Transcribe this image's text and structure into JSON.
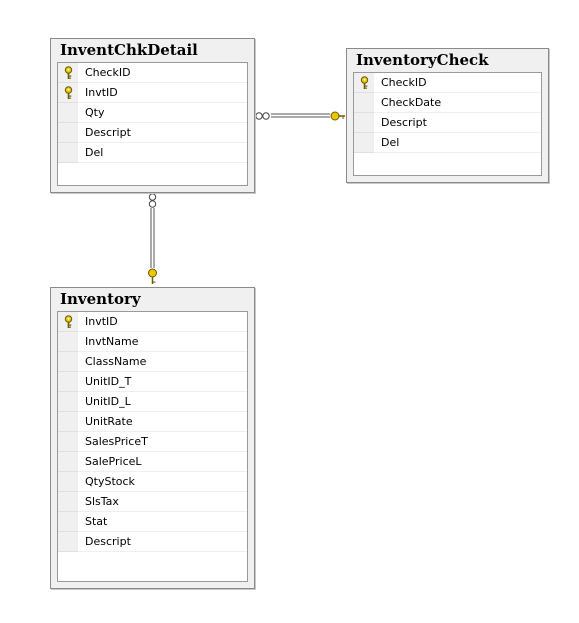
{
  "tables": {
    "inventchkdetail": {
      "title": "InventChkDetail",
      "columns": [
        {
          "name": "CheckID",
          "key": true
        },
        {
          "name": "InvtID",
          "key": true
        },
        {
          "name": "Qty",
          "key": false
        },
        {
          "name": "Descript",
          "key": false
        },
        {
          "name": "Del",
          "key": false
        }
      ]
    },
    "inventorycheck": {
      "title": "InventoryCheck",
      "columns": [
        {
          "name": "CheckID",
          "key": true
        },
        {
          "name": "CheckDate",
          "key": false
        },
        {
          "name": "Descript",
          "key": false
        },
        {
          "name": "Del",
          "key": false
        }
      ]
    },
    "inventory": {
      "title": "Inventory",
      "columns": [
        {
          "name": "InvtID",
          "key": true
        },
        {
          "name": "InvtName",
          "key": false
        },
        {
          "name": "ClassName",
          "key": false
        },
        {
          "name": "UnitID_T",
          "key": false
        },
        {
          "name": "UnitID_L",
          "key": false
        },
        {
          "name": "UnitRate",
          "key": false
        },
        {
          "name": "SalesPriceT",
          "key": false
        },
        {
          "name": "SalePriceL",
          "key": false
        },
        {
          "name": "QtyStock",
          "key": false
        },
        {
          "name": "SlsTax",
          "key": false
        },
        {
          "name": "Stat",
          "key": false
        },
        {
          "name": "Descript",
          "key": false
        }
      ]
    }
  },
  "relationships": [
    {
      "from": "inventchkdetail",
      "to": "inventorycheck",
      "from_end": "many",
      "to_end": "one"
    },
    {
      "from": "inventchkdetail",
      "to": "inventory",
      "from_end": "many",
      "to_end": "one"
    }
  ],
  "colors": {
    "key_icon": "#e8c800",
    "key_icon_stroke": "#6b5a00",
    "connector": "#555555"
  }
}
